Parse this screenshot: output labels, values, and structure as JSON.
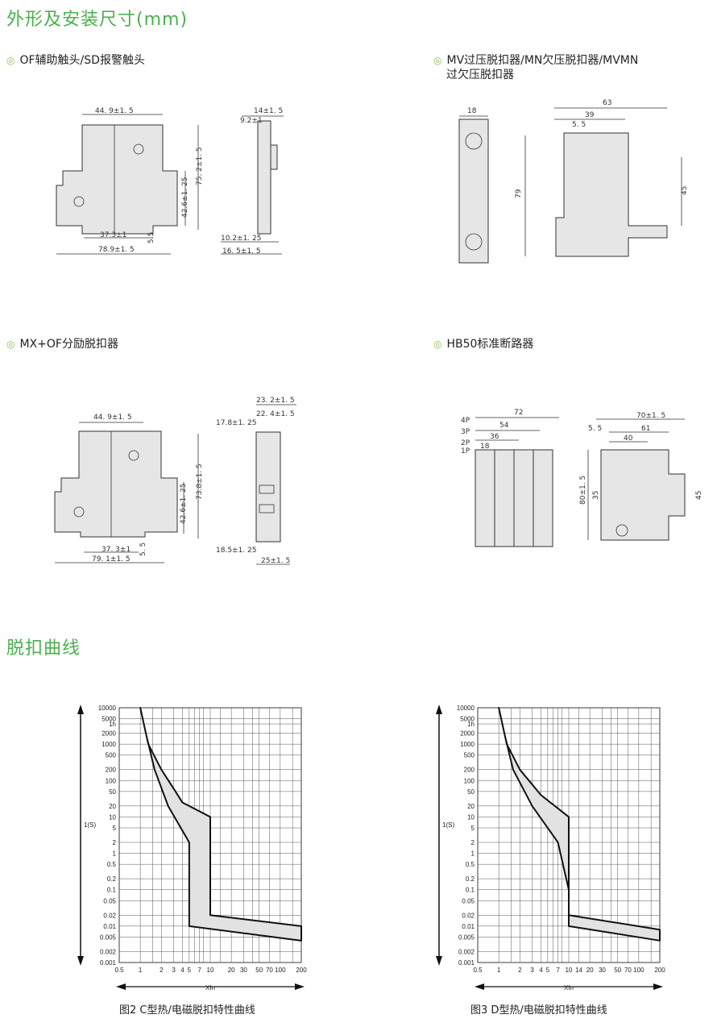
{
  "headings": {
    "dimensions": "外形及安装尺寸(mm)",
    "curves": "脱扣曲线"
  },
  "subsections": {
    "of_sd": "OF辅助触头/SD报警触头",
    "mv_mn_line1": "MV过压脱扣器/MN欠压脱扣器/MVMN",
    "mv_mn_line2": "过欠压脱扣器",
    "mx_of": "MX+OF分励脱扣器",
    "hb50": "HB50标准断路器"
  },
  "dims": {
    "of_w1": "44. 9±1. 5",
    "of_h1": "75. 2±1. 5",
    "of_h2": "42.6±1. 25",
    "of_w2": "37.3±1",
    "of_w3": "78.9±1. 5",
    "of_small": "5.5",
    "of_side1": "14±1. 5",
    "of_side2": "9.2±1",
    "of_side3": "10.2±1. 25",
    "of_side4": "16. 5±1. 5",
    "mv_w1": "18",
    "mv_h1": "79",
    "mv_w2": "63",
    "mv_w3": "39",
    "mv_w4": "5. 5",
    "mv_h2": "45",
    "mx_w1": "44. 9±1. 5",
    "mx_h1": "73.8±1. 5",
    "mx_h2": "42.6±1. 25",
    "mx_w2": "37. 3±1",
    "mx_w3": "79. 1±1. 5",
    "mx_small": "5. 5",
    "mx_side1": "23. 2±1. 5",
    "mx_side2": "22. 4±1. 5",
    "mx_side3": "17.8±1. 25",
    "mx_side4": "18.5±1. 25",
    "mx_side5": "25±1. 5",
    "hb_72": "72",
    "hb_54": "54",
    "hb_36": "36",
    "hb_18": "18",
    "hb_4p": "4P",
    "hb_3p": "3P",
    "hb_2p": "2P",
    "hb_1p": "1P",
    "hb_70": "70±1. 5",
    "hb_55": "5. 5",
    "hb_61": "61",
    "hb_40": "40",
    "hb_80": "80±1. 5",
    "hb_35": "35",
    "hb_45": "45"
  },
  "chart_data": [
    {
      "type": "line",
      "title": "图2 C型热/电磁脱扣特性曲线",
      "xlabel": "XIn",
      "ylabel": "1(S)",
      "x_ticks": [
        "0.5",
        "1",
        "2",
        "3",
        "4",
        "5",
        "7",
        "10",
        "20",
        "30",
        "50",
        "70",
        "100",
        "200"
      ],
      "y_ticks": [
        "10000",
        "5000",
        "1h",
        "2000",
        "1000",
        "500",
        "200",
        "100",
        "50",
        "20",
        "10",
        "5",
        "2",
        "1",
        "0.5",
        "0.2",
        "0.1",
        "0.05",
        "0.02",
        "0.01",
        "0.005",
        "0.002",
        "0.001"
      ],
      "y_scale": "log",
      "x_scale": "log",
      "band_upper": [
        [
          1.0,
          10000
        ],
        [
          1.3,
          1000
        ],
        [
          2,
          200
        ],
        [
          3,
          60
        ],
        [
          4,
          25
        ],
        [
          10,
          10
        ],
        [
          10,
          0.02
        ],
        [
          200,
          0.01
        ]
      ],
      "band_lower": [
        [
          1.0,
          10000
        ],
        [
          1.2,
          2000
        ],
        [
          1.6,
          200
        ],
        [
          2.5,
          20
        ],
        [
          5,
          2
        ],
        [
          5,
          0.01
        ],
        [
          200,
          0.004
        ]
      ]
    },
    {
      "type": "line",
      "title": "图3 D型热/电磁脱扣特性曲线",
      "xlabel": "XIn",
      "ylabel": "1(S)",
      "x_ticks": [
        "0.5",
        "1",
        "2",
        "3",
        "4",
        "5",
        "7",
        "10",
        "14",
        "20",
        "30",
        "50",
        "70",
        "100",
        "200"
      ],
      "y_ticks": [
        "10000",
        "5000",
        "1h",
        "2000",
        "1000",
        "500",
        "200",
        "100",
        "50",
        "20",
        "10",
        "5",
        "2",
        "1",
        "0.5",
        "0.2",
        "0.1",
        "0.05",
        "0.02",
        "0.01",
        "0.005",
        "0.002",
        "0.001"
      ],
      "y_scale": "log",
      "x_scale": "log",
      "band_upper": [
        [
          1.0,
          10000
        ],
        [
          1.3,
          1000
        ],
        [
          2,
          200
        ],
        [
          4,
          40
        ],
        [
          10,
          10
        ],
        [
          10,
          0.02
        ],
        [
          200,
          0.008
        ]
      ],
      "band_lower": [
        [
          1.0,
          10000
        ],
        [
          1.2,
          2000
        ],
        [
          1.6,
          200
        ],
        [
          3,
          20
        ],
        [
          7,
          2
        ],
        [
          10,
          0.1
        ],
        [
          10,
          0.01
        ],
        [
          200,
          0.004
        ]
      ]
    }
  ],
  "captions": {
    "c_curve": "图2 C型热/电磁脱扣特性曲线",
    "d_curve": "图3 D型热/电磁脱扣特性曲线"
  }
}
